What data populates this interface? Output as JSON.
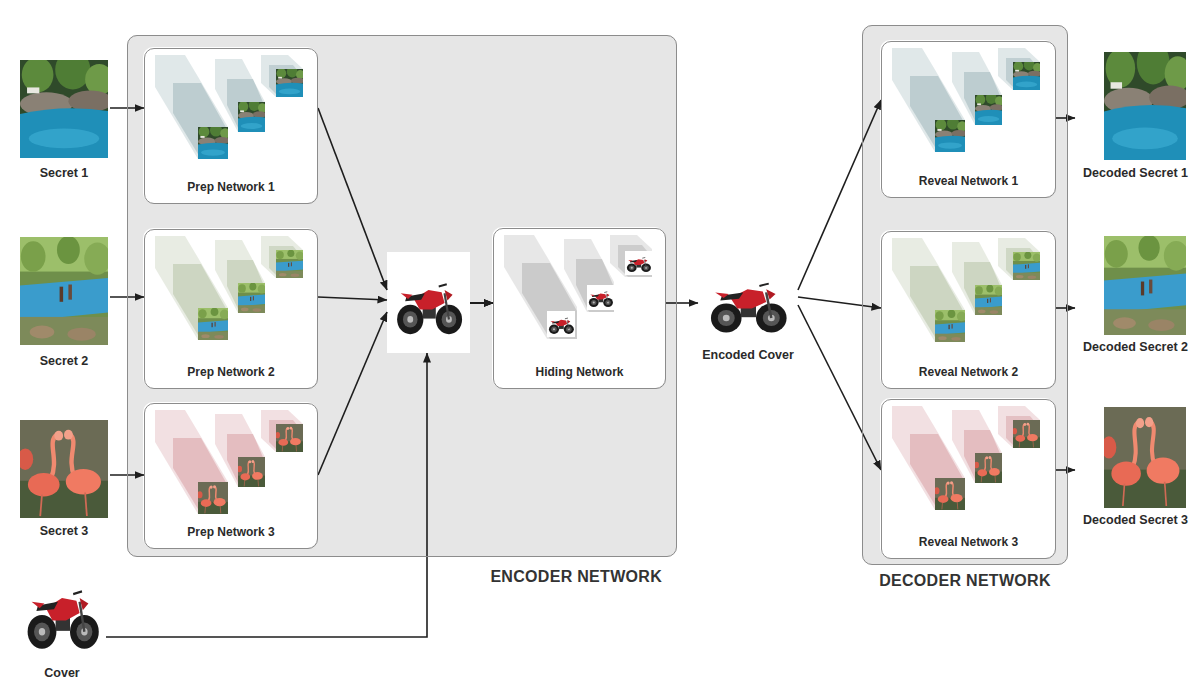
{
  "diagram": {
    "nodes": [
      {
        "text": [
          "Secret 1"
        ]
      },
      {
        "text": [
          "Secret 2"
        ]
      },
      {
        "text": [
          "Secret 3"
        ]
      },
      {
        "text": [
          "Cover"
        ]
      },
      {
        "text": [
          "ENCODER NETWORK"
        ]
      },
      {
        "text": [
          "Prep Network 1"
        ],
        "in": 4
      },
      {
        "text": [
          "Prep Network 2"
        ],
        "in": 4
      },
      {
        "text": [
          "Prep Network 3"
        ],
        "in": 4
      },
      {
        "text": [
          "Hiding Network"
        ],
        "in": 4
      },
      {
        "text": [
          "Encoded Cover"
        ]
      },
      {
        "text": [
          "DECODER NETWORK"
        ]
      },
      {
        "text": [
          "Reveal Network 1"
        ],
        "in": 10
      },
      {
        "text": [
          "Reveal Network 2"
        ],
        "in": 10
      },
      {
        "text": [
          "Reveal Network 3"
        ],
        "in": 10
      },
      {
        "text": [
          "Decoded Secret 1"
        ]
      },
      {
        "text": [
          "Decoded Secret 2"
        ]
      },
      {
        "text": [
          "Decoded Secret 3"
        ]
      }
    ],
    "edges": [
      {
        "from": 0,
        "to": 5,
        "arrow": "to"
      },
      {
        "from": 1,
        "to": 6,
        "arrow": "to"
      },
      {
        "from": 2,
        "to": 7,
        "arrow": "to"
      },
      {
        "from": 5,
        "to": 8,
        "arrow": "to"
      },
      {
        "from": 6,
        "to": 8,
        "arrow": "to"
      },
      {
        "from": 7,
        "to": 8,
        "arrow": "to"
      },
      {
        "from": 3,
        "to": 8,
        "arrow": "to"
      },
      {
        "from": 8,
        "to": 9,
        "arrow": "to"
      },
      {
        "from": 9,
        "to": 11,
        "arrow": "to"
      },
      {
        "from": 9,
        "to": 12,
        "arrow": "to"
      },
      {
        "from": 9,
        "to": 13,
        "arrow": "to"
      },
      {
        "from": 11,
        "to": 14,
        "arrow": "to"
      },
      {
        "from": 12,
        "to": 15,
        "arrow": "to"
      },
      {
        "from": 13,
        "to": 16,
        "arrow": "to"
      }
    ]
  }
}
